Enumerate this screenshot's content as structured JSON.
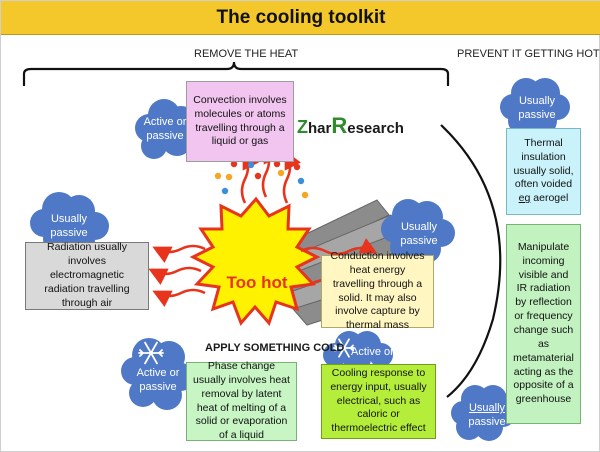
{
  "title": "The cooling toolkit",
  "remove_heat": "REMOVE THE HEAT",
  "prevent_hot": "PREVENT IT GETTING HOT",
  "logo": {
    "z": "Z",
    "har": "har",
    "r": "R",
    "esearch": "esearch"
  },
  "center": {
    "label": "Too hot"
  },
  "apply_cold": "APPLY SOMETHING COLD",
  "boxes": {
    "convection": "Convection involves molecules or atoms travelling through a liquid or gas",
    "radiation": "Radiation usually involves electromagnetic radiation travelling through air",
    "conduction": "Conduction involves heat energy travelling through a solid. It may also involve capture by thermal mass",
    "phase_change": "Phase change usually involves heat removal by latent heat of melting of a solid or evaporation of a liquid",
    "cooling_response": "Cooling response to energy input, usually electrical, such as caloric or thermoelectric effect",
    "thermal_insulation_pre": "Thermal insulation usually solid, often voided ",
    "thermal_insulation_eg": "eg",
    "thermal_insulation_post": " aerogel",
    "manipulate": "Manipulate incoming visible and IR radiation by reflection or frequency change such as metamaterial acting as the opposite of a greenhouse"
  },
  "clouds": {
    "convection_cloud": "Active or passive",
    "radiation_cloud": "Usually passive",
    "conduction_cloud": "Usually passive",
    "phase_cloud": "Active or passive",
    "active_only": "Active only",
    "insulation_cloud": "Usually passive",
    "manipulate_cloud_1": "Usually",
    "manipulate_cloud_2": "passive"
  },
  "colors": {
    "title_bar": "#f4c82a",
    "convection_box": "#f2c5f0",
    "radiation_box": "#d9d9d9",
    "conduction_box": "#fff6c2",
    "phase_box": "#c7f5c4",
    "cooling_box": "#b4ee3a",
    "insulation_box": "#c9f2fb",
    "manipulate_box": "#c2f2bf",
    "cloud": "#4f79c6",
    "hot_fill": "#fff200",
    "hot_border": "#e8341c",
    "heat_arrow": "#e8341c"
  }
}
